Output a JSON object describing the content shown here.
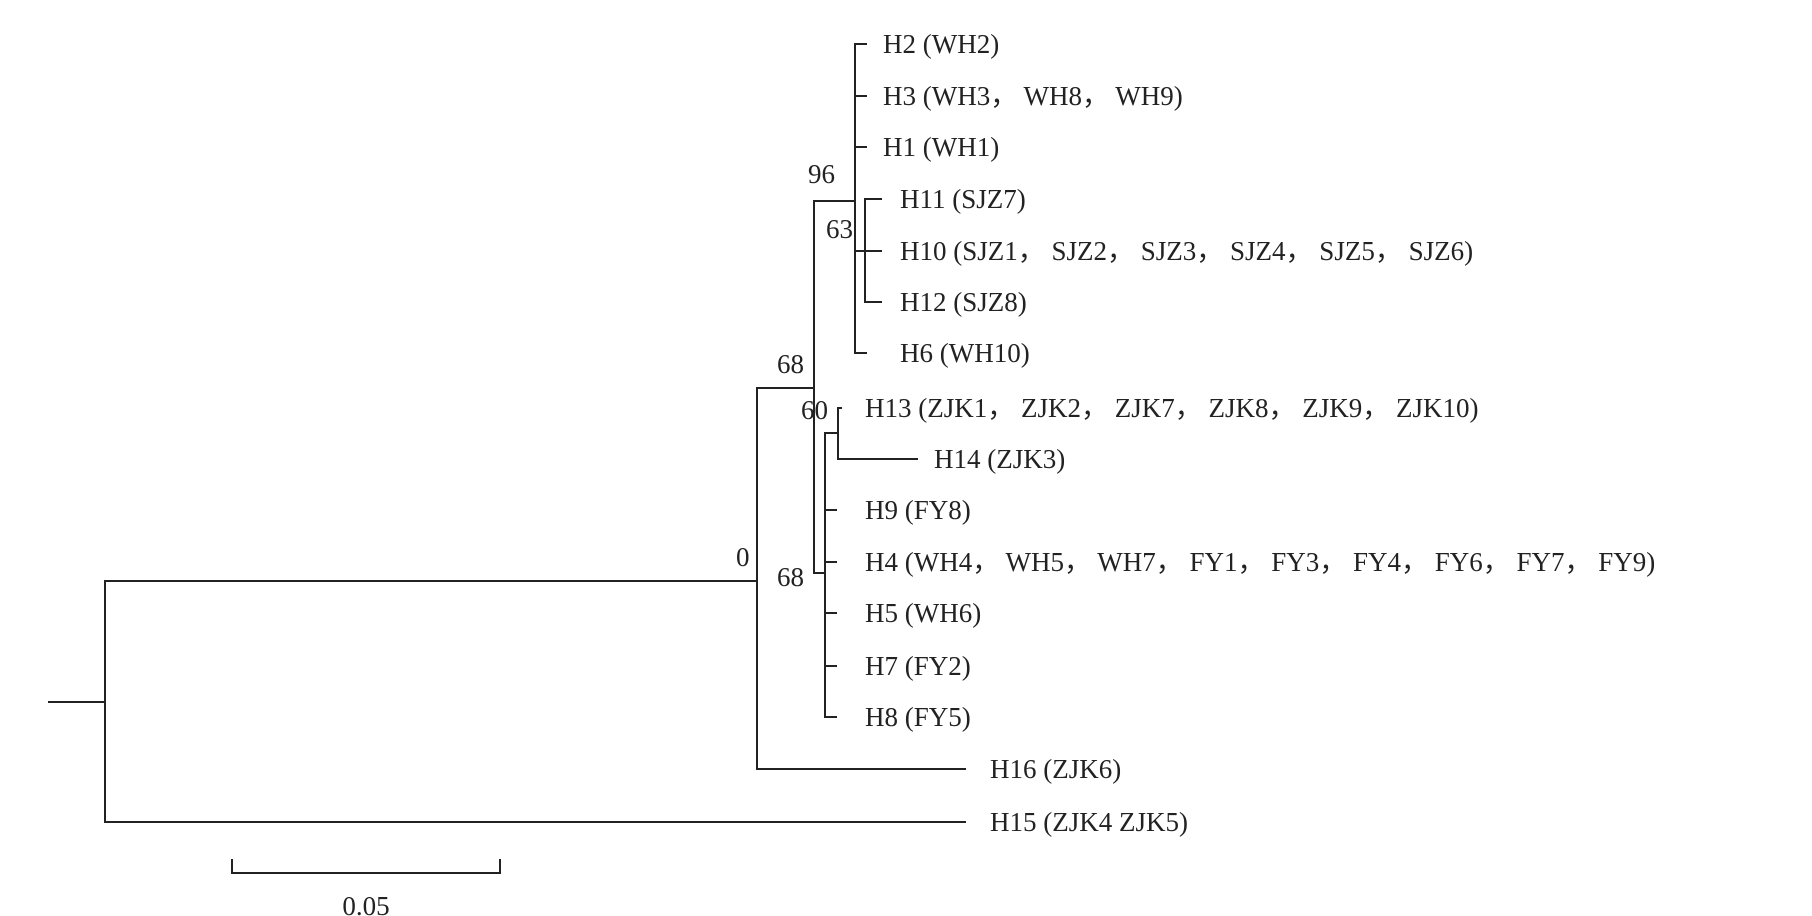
{
  "leaves": {
    "h2": "H2 (WH2)",
    "h3": "H3 (WH3， WH8， WH9)",
    "h1": "H1 (WH1)",
    "h11": "H11 (SJZ7)",
    "h10": "H10 (SJZ1， SJZ2， SJZ3， SJZ4， SJZ5， SJZ6)",
    "h12": "H12 (SJZ8)",
    "h6": "H6 (WH10)",
    "h13": "H13 (ZJK1， ZJK2， ZJK7， ZJK8， ZJK9， ZJK10)",
    "h14": "H14 (ZJK3)",
    "h9": "H9 (FY8)",
    "h4": "H4 (WH4， WH5， WH7， FY1， FY3， FY4， FY6， FY7， FY9)",
    "h5": "H5 (WH6)",
    "h7": "H7 (FY2)",
    "h8": "H8 (FY5)",
    "h16": "H16 (ZJK6)",
    "h15": "H15 (ZJK4 ZJK5)"
  },
  "bootstrap": {
    "n96": "96",
    "n63": "63",
    "n68a": "68",
    "n60": "60",
    "n0": "0",
    "n68b": "68"
  },
  "scale": {
    "label": "0.05"
  }
}
